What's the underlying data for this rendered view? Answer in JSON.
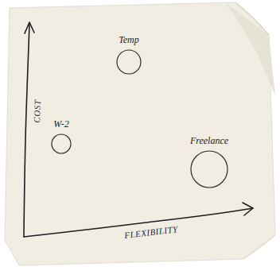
{
  "diagram": {
    "nodes": [
      {
        "text": [
          "Temp"
        ]
      },
      {
        "text": [
          "W-2"
        ]
      },
      {
        "text": [
          "Freelance"
        ]
      }
    ],
    "labels": [
      "COST",
      "FLEXIBILITY"
    ]
  }
}
